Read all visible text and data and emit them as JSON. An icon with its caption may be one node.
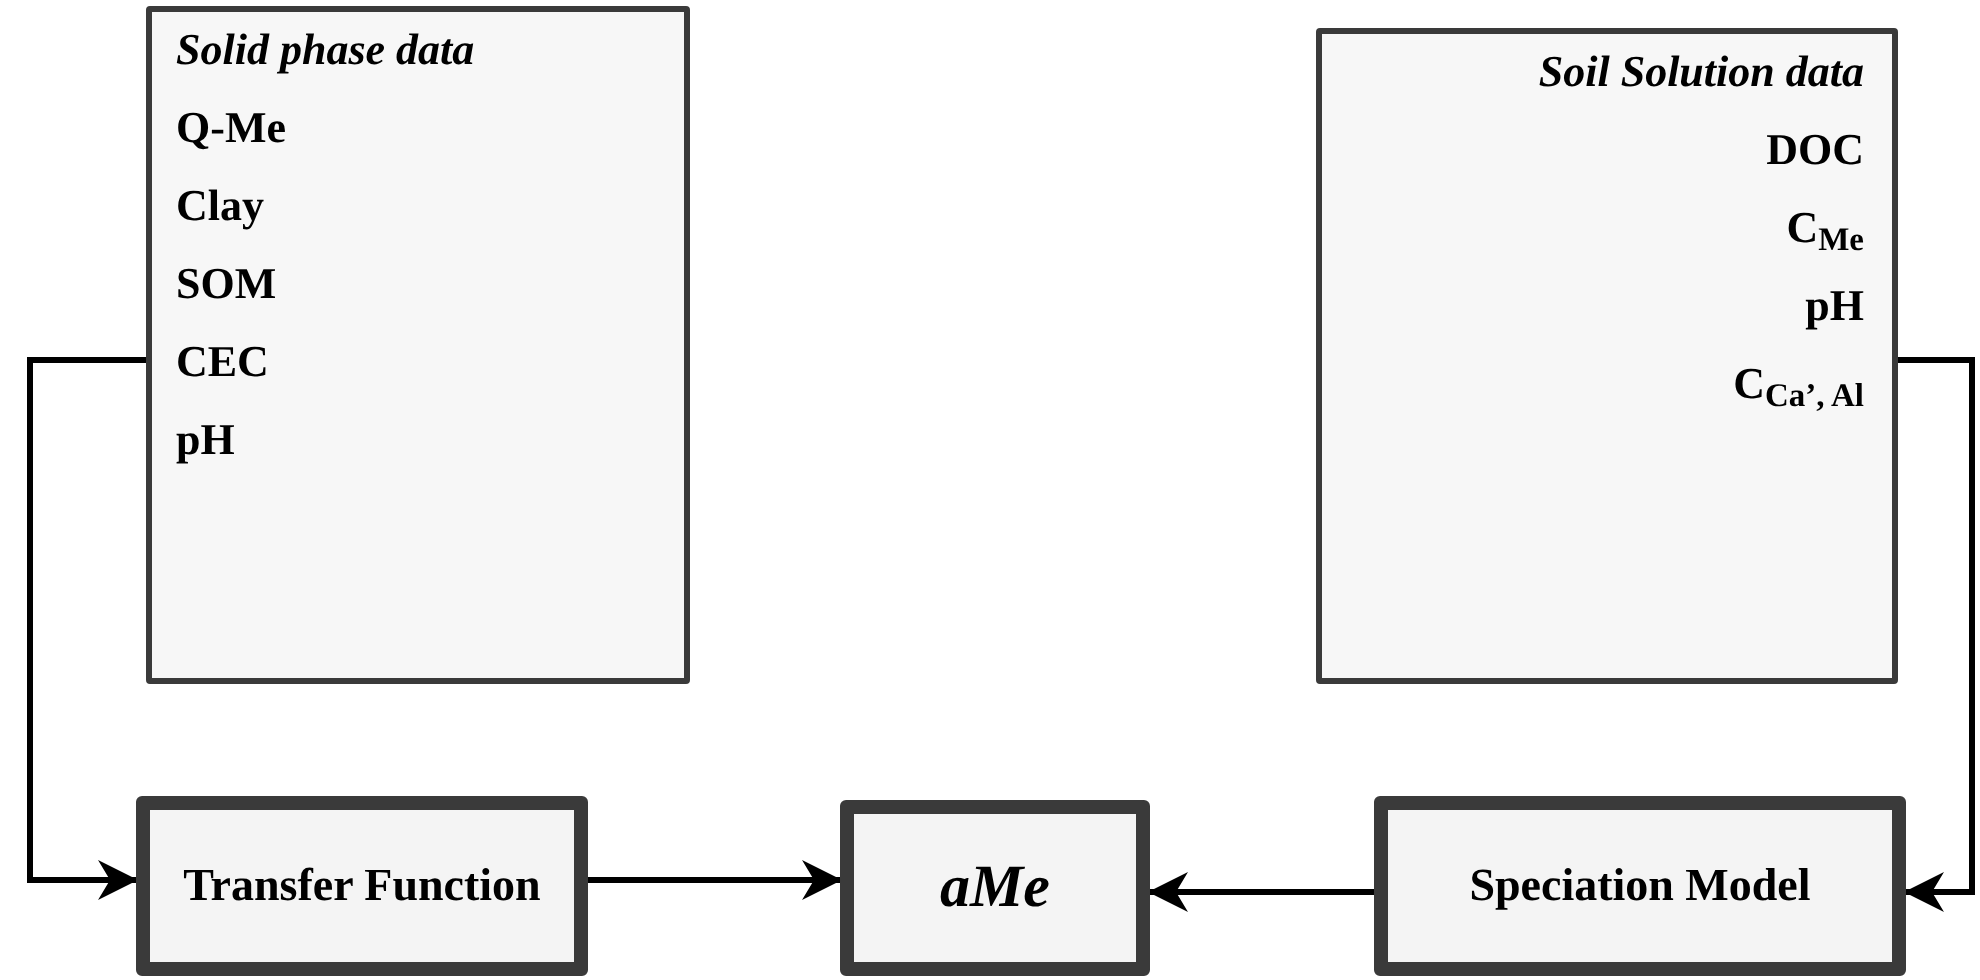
{
  "diagram": {
    "nodes": [
      {
        "text": [
          "Solid phase data",
          "Q-Me",
          "Clay",
          "SOM",
          "CEC",
          "pH"
        ]
      },
      {
        "text": [
          "Soil Solution data",
          "DOC",
          "C$_{Me}$",
          "pH",
          "C$_{Ca’, Al}$"
        ]
      },
      {
        "text": [
          "Transfer Function"
        ]
      },
      {
        "text": [
          "aMe"
        ]
      },
      {
        "text": [
          "Speciation Model"
        ]
      }
    ],
    "edges": [
      {
        "from": 0,
        "to": 2,
        "arrow": "to"
      },
      {
        "from": 2,
        "to": 3,
        "arrow": "to"
      },
      {
        "from": 4,
        "to": 3,
        "arrow": "to"
      },
      {
        "from": 1,
        "to": 4,
        "arrow": "to"
      }
    ]
  }
}
